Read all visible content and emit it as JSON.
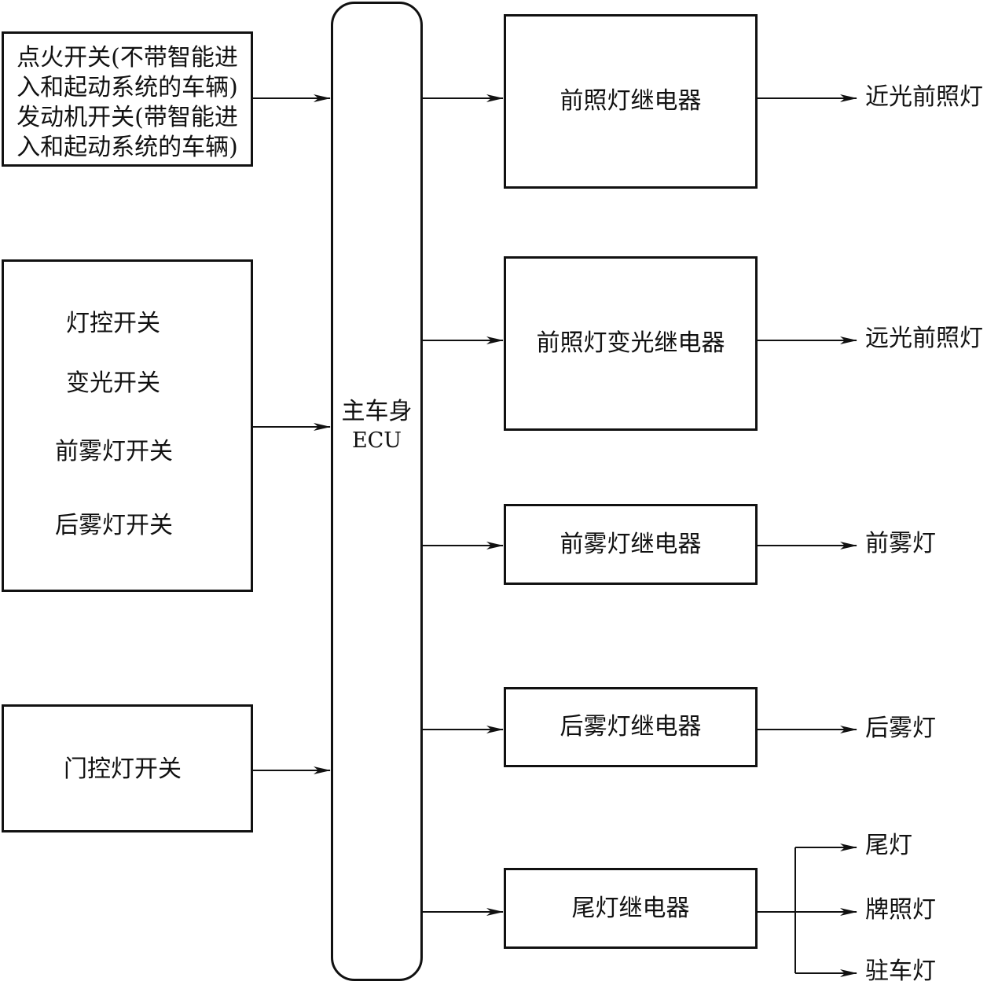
{
  "inputs": {
    "ignition": {
      "line1": "点火开关(不带智能进",
      "line2": "入和起动系统的车辆)",
      "line3": "发动机开关(带智能进",
      "line4": "入和起动系统的车辆)"
    },
    "switches": [
      "灯控开关",
      "变光开关",
      "前雾灯开关",
      "后雾灯开关"
    ],
    "door": "门控灯开关"
  },
  "ecu": {
    "line1": "主车身",
    "line2": "ECU"
  },
  "relays": [
    "前照灯继电器",
    "前照灯变光继电器",
    "前雾灯继电器",
    "后雾灯继电器",
    "尾灯继电器"
  ],
  "outputs": [
    "近光前照灯",
    "远光前照灯",
    "前雾灯",
    "后雾灯",
    "尾灯",
    "牌照灯",
    "驻车灯"
  ]
}
